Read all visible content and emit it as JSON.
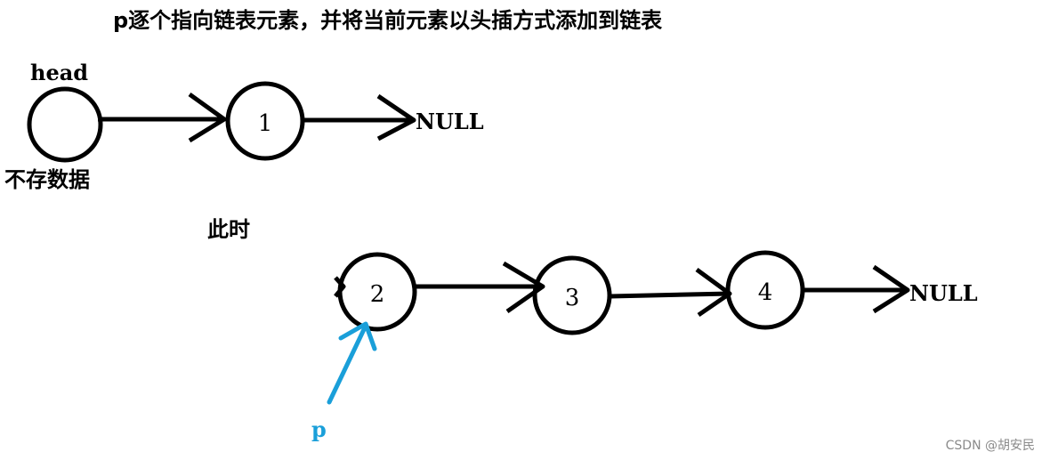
{
  "title": "p逐个指向链表元素，并将当前元素以头插方式添加到链表",
  "head_label": "head",
  "head_note": "不存数据",
  "now_label": "此时",
  "pointer_label": "p",
  "null_label": "NULL",
  "top_list": {
    "nodes": [
      "1"
    ]
  },
  "bottom_list": {
    "nodes": [
      "2",
      "3",
      "4"
    ]
  },
  "colors": {
    "stroke": "#000000",
    "pointer": "#1a9fd9",
    "watermark": "#8a8a8a"
  },
  "watermark": "CSDN @胡安民"
}
